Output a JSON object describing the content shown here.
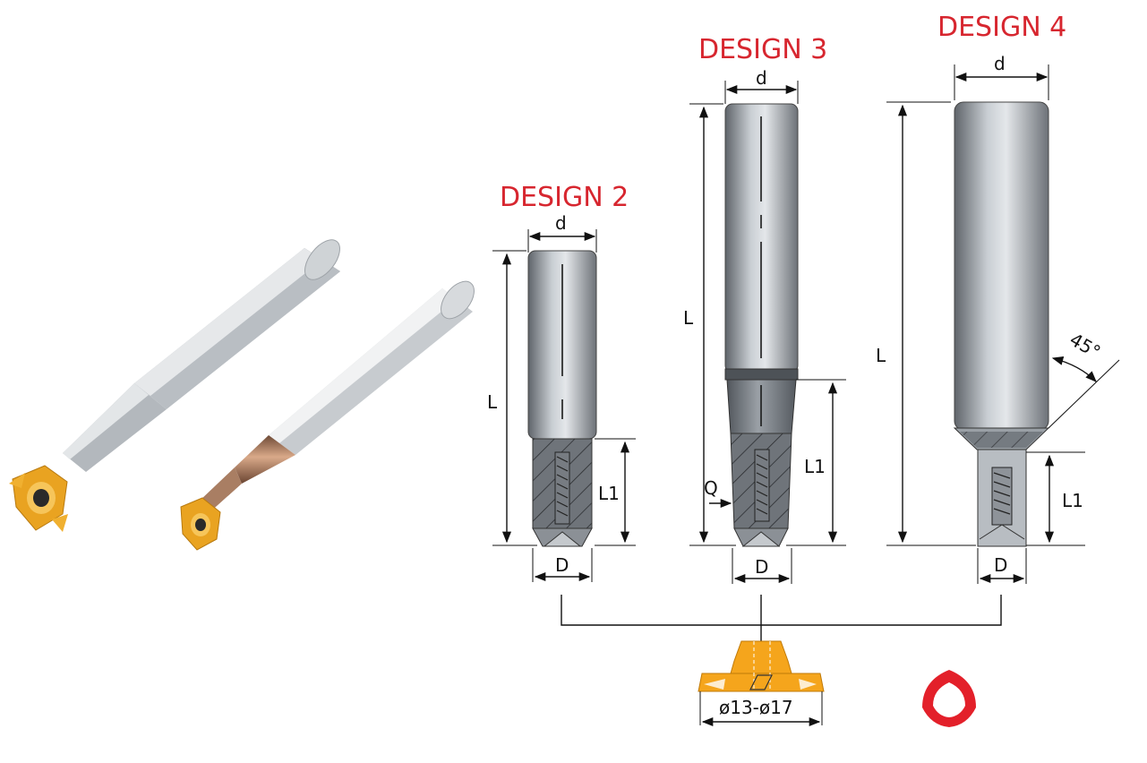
{
  "designs": {
    "design2": {
      "title": "DESIGN 2",
      "d": "d",
      "L": "L",
      "L1": "L1",
      "D": "D"
    },
    "design3": {
      "title": "DESIGN 3",
      "d": "d",
      "L": "L",
      "L1": "L1",
      "D": "D",
      "Q": "Q"
    },
    "design4": {
      "title": "DESIGN 4",
      "d": "d",
      "L": "L",
      "L1": "L1",
      "D": "D",
      "angle": "45°"
    }
  },
  "insert": {
    "diameter_range": "ø13-ø17"
  },
  "colors": {
    "title_red": "#d7262f",
    "gold": "#f5a51c",
    "shaft_dark": "#6f747a",
    "shaft_light": "#d9dde1",
    "triangle_red": "#e3202a"
  }
}
